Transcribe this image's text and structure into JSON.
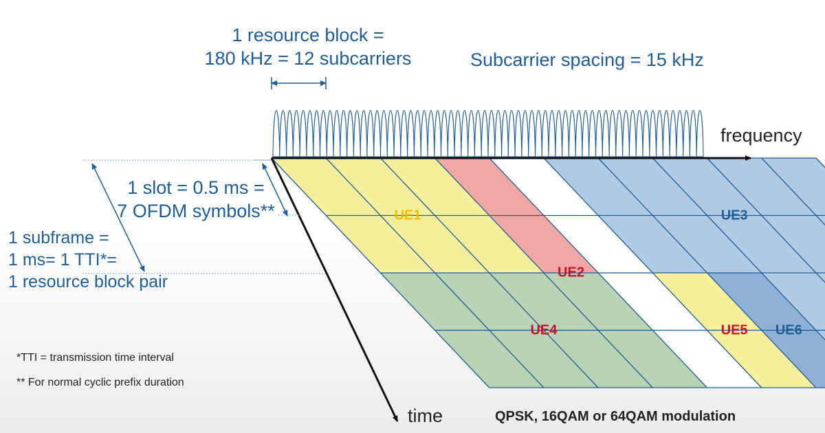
{
  "resource_block": {
    "line1": "1 resource block =",
    "line2": "180 kHz = 12 subcarriers"
  },
  "subcarrier_spacing": "Subcarrier spacing = 15 kHz",
  "axes": {
    "frequency": "frequency",
    "time": "time"
  },
  "slot": {
    "line1": "1 slot = 0.5 ms =",
    "line2": "7 OFDM symbols**"
  },
  "subframe": {
    "line1": "1 subframe =",
    "line2": "1 ms= 1 TTI*=",
    "line3": "1 resource block pair"
  },
  "footnotes": {
    "tti": "*TTI = transmission time interval",
    "cp": "** For normal cyclic prefix duration"
  },
  "modulation": "QPSK, 16QAM or 64QAM modulation",
  "grid": {
    "columns": 10,
    "rows": 4
  },
  "colors": {
    "yellow": "#f6f09c",
    "red": "#f1a7a3",
    "blue": "#b1cbe5",
    "green": "#b9d3b4",
    "blue_dark": "#8fb1d5",
    "white": "#ffffff",
    "grid_line": "#1f5d99",
    "label_blue": "#1f5d99"
  },
  "allocations": [
    {
      "label": "UE1",
      "color": "yellow",
      "text_color": "yellow",
      "cols": [
        0,
        3
      ],
      "rows": [
        0,
        2
      ]
    },
    {
      "label": "UE2",
      "color": "red",
      "text_color": "red",
      "cols": [
        3,
        4
      ],
      "rows": [
        0,
        4
      ]
    },
    {
      "label": "",
      "color": "white",
      "text_color": "blue",
      "cols": [
        4,
        5
      ],
      "rows": [
        0,
        2
      ]
    },
    {
      "label": "UE3",
      "color": "blue",
      "text_color": "blue",
      "cols": [
        5,
        10
      ],
      "rows": [
        0,
        2
      ]
    },
    {
      "label": "UE4",
      "color": "green",
      "text_color": "red",
      "cols": [
        0,
        4
      ],
      "rows": [
        2,
        4
      ]
    },
    {
      "label": "UE5",
      "color": "yellow",
      "text_color": "red",
      "cols": [
        5,
        6
      ],
      "rows": [
        2,
        4
      ]
    },
    {
      "label": "UE6",
      "color": "blue_dark",
      "text_color": "blue",
      "cols": [
        6,
        7
      ],
      "rows": [
        2,
        4
      ]
    },
    {
      "label": "",
      "color": "blue",
      "text_color": "blue",
      "cols": [
        7,
        10
      ],
      "rows": [
        2,
        4
      ]
    },
    {
      "label": "",
      "color": "white",
      "text_color": "blue",
      "cols": [
        4,
        5
      ],
      "rows": [
        2,
        4
      ]
    }
  ]
}
